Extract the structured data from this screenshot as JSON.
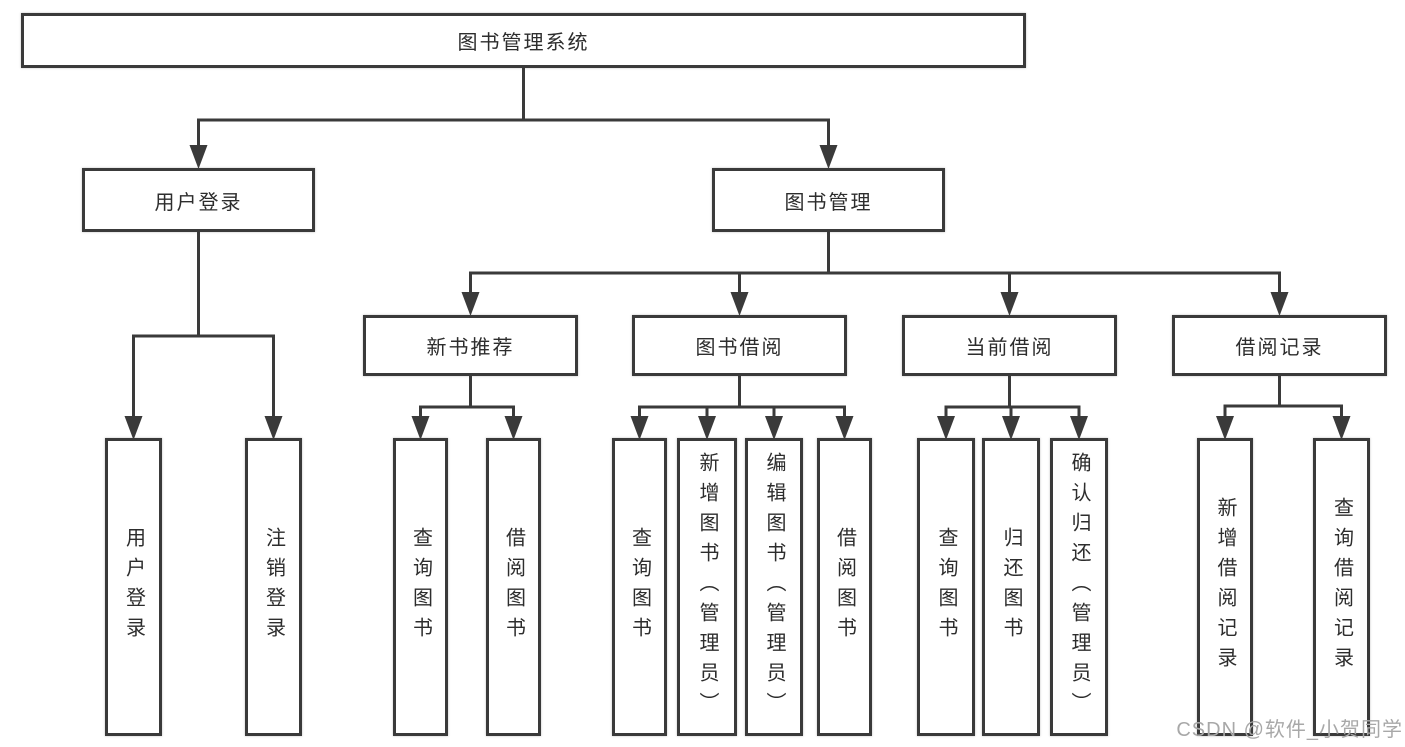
{
  "diagram": {
    "root": {
      "label": "图书管理系统"
    },
    "branches": [
      {
        "label": "用户登录",
        "children": [
          {
            "label": "用户登录"
          },
          {
            "label": "注销登录"
          }
        ]
      },
      {
        "label": "图书管理",
        "children": [
          {
            "label": "新书推荐",
            "children": [
              {
                "label": "查询图书"
              },
              {
                "label": "借阅图书"
              }
            ]
          },
          {
            "label": "图书借阅",
            "children": [
              {
                "label": "查询图书"
              },
              {
                "label": "新增图书（管理员）"
              },
              {
                "label": "编辑图书（管理员）"
              },
              {
                "label": "借阅图书"
              }
            ]
          },
          {
            "label": "当前借阅",
            "children": [
              {
                "label": "查询图书"
              },
              {
                "label": "归还图书"
              },
              {
                "label": "确认归还（管理员）"
              }
            ]
          },
          {
            "label": "借阅记录",
            "children": [
              {
                "label": "新增借阅记录"
              },
              {
                "label": "查询借阅记录"
              }
            ]
          }
        ]
      }
    ]
  },
  "watermark": {
    "text": "CSDN @软件_小贺同学"
  },
  "colors": {
    "line": "#3a3a3a",
    "text": "#2d2d2d",
    "watermark": "#a8a8a8",
    "background": "#ffffff"
  }
}
